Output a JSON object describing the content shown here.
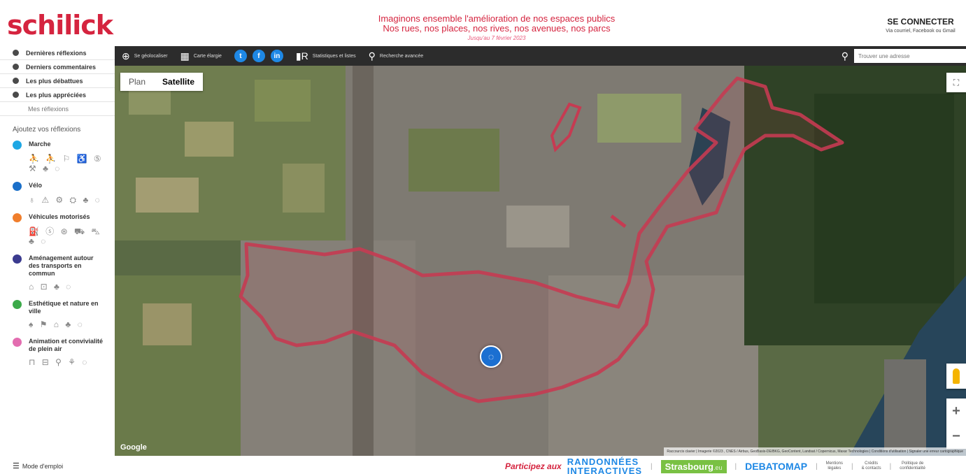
{
  "header": {
    "logo": "schilick",
    "tagline1": "Imaginons ensemble l'amélioration de nos espaces publics",
    "tagline2": "Nos rues, nos places, nos rives, nos avenues, nos parcs",
    "tagline3": "Jusqu'au 7 février 2023",
    "connect_title": "SE CONNECTER",
    "connect_sub": "Via courriel, Facebook ou Gmail"
  },
  "sidebar": {
    "nav": [
      {
        "label": "Dernières réflexions"
      },
      {
        "label": "Derniers commentaires"
      },
      {
        "label": "Les plus débattues"
      },
      {
        "label": "Les plus appréciées"
      }
    ],
    "mine": "Mes réflexions",
    "add_title": "Ajoutez vos réflexions",
    "categories": [
      {
        "label": "Marche",
        "color": "#1ea7e4",
        "icons": "⛹ ⛹ ⚐ ♿ ⑤ ⚒ ♣ ◌"
      },
      {
        "label": "Vélo",
        "color": "#1a6fc9",
        "icons": "♁ ⚠ ⚙ ⛭ ♣ ◌"
      },
      {
        "label": "Véhicules motorisés",
        "color": "#f07e2c",
        "icons": "⛽ ⓢ ⊛ ⛟ ⛍ ♣ ◌"
      },
      {
        "label": "Aménagement autour des transports en commun",
        "color": "#3b3b8f",
        "icons": "⌂ ⊡ ♣ ◌"
      },
      {
        "label": "Esthétique et nature en ville",
        "color": "#3caa4a",
        "icons": "♠ ⚑ ⌂ ♣ ◌"
      },
      {
        "label": "Animation et convivialité de plein air",
        "color": "#e36db0",
        "icons": "⊓ ⊟ ⚲ ⚘ ◌"
      }
    ]
  },
  "toolbar": {
    "geolocate": "Se géolocaliser",
    "carte": "Carte élargie",
    "stats": "Statistiques et listes",
    "recherche": "Recherche avancée",
    "search_placeholder": "Trouver une adresse"
  },
  "map": {
    "plan": "Plan",
    "satellite": "Satellite",
    "google": "Google",
    "attribution": "Raccourcis clavier | Imagerie ©2023 , CNES / Airbus, GeoBasis-DE/BKG, GeoContent, Landsat / Copernicus, Maxar Technologies | Conditions d'utilisation | Signaler une erreur cartographique",
    "marker_count": "1"
  },
  "footer": {
    "mode": "Mode d'emploi",
    "participez": "Participez aux",
    "rando1": "RANDONNÉES",
    "rando2": "INTERACTIVES",
    "strasbourg": "Strasbourg",
    "strasbourg_eu": ".eu",
    "debatomap": "DEBATOMAP",
    "mentions1": "Mentions",
    "mentions2": "légales",
    "credits1": "Crédits",
    "credits2": "& contacts",
    "politique1": "Politique de",
    "politique2": "confidentialité"
  }
}
